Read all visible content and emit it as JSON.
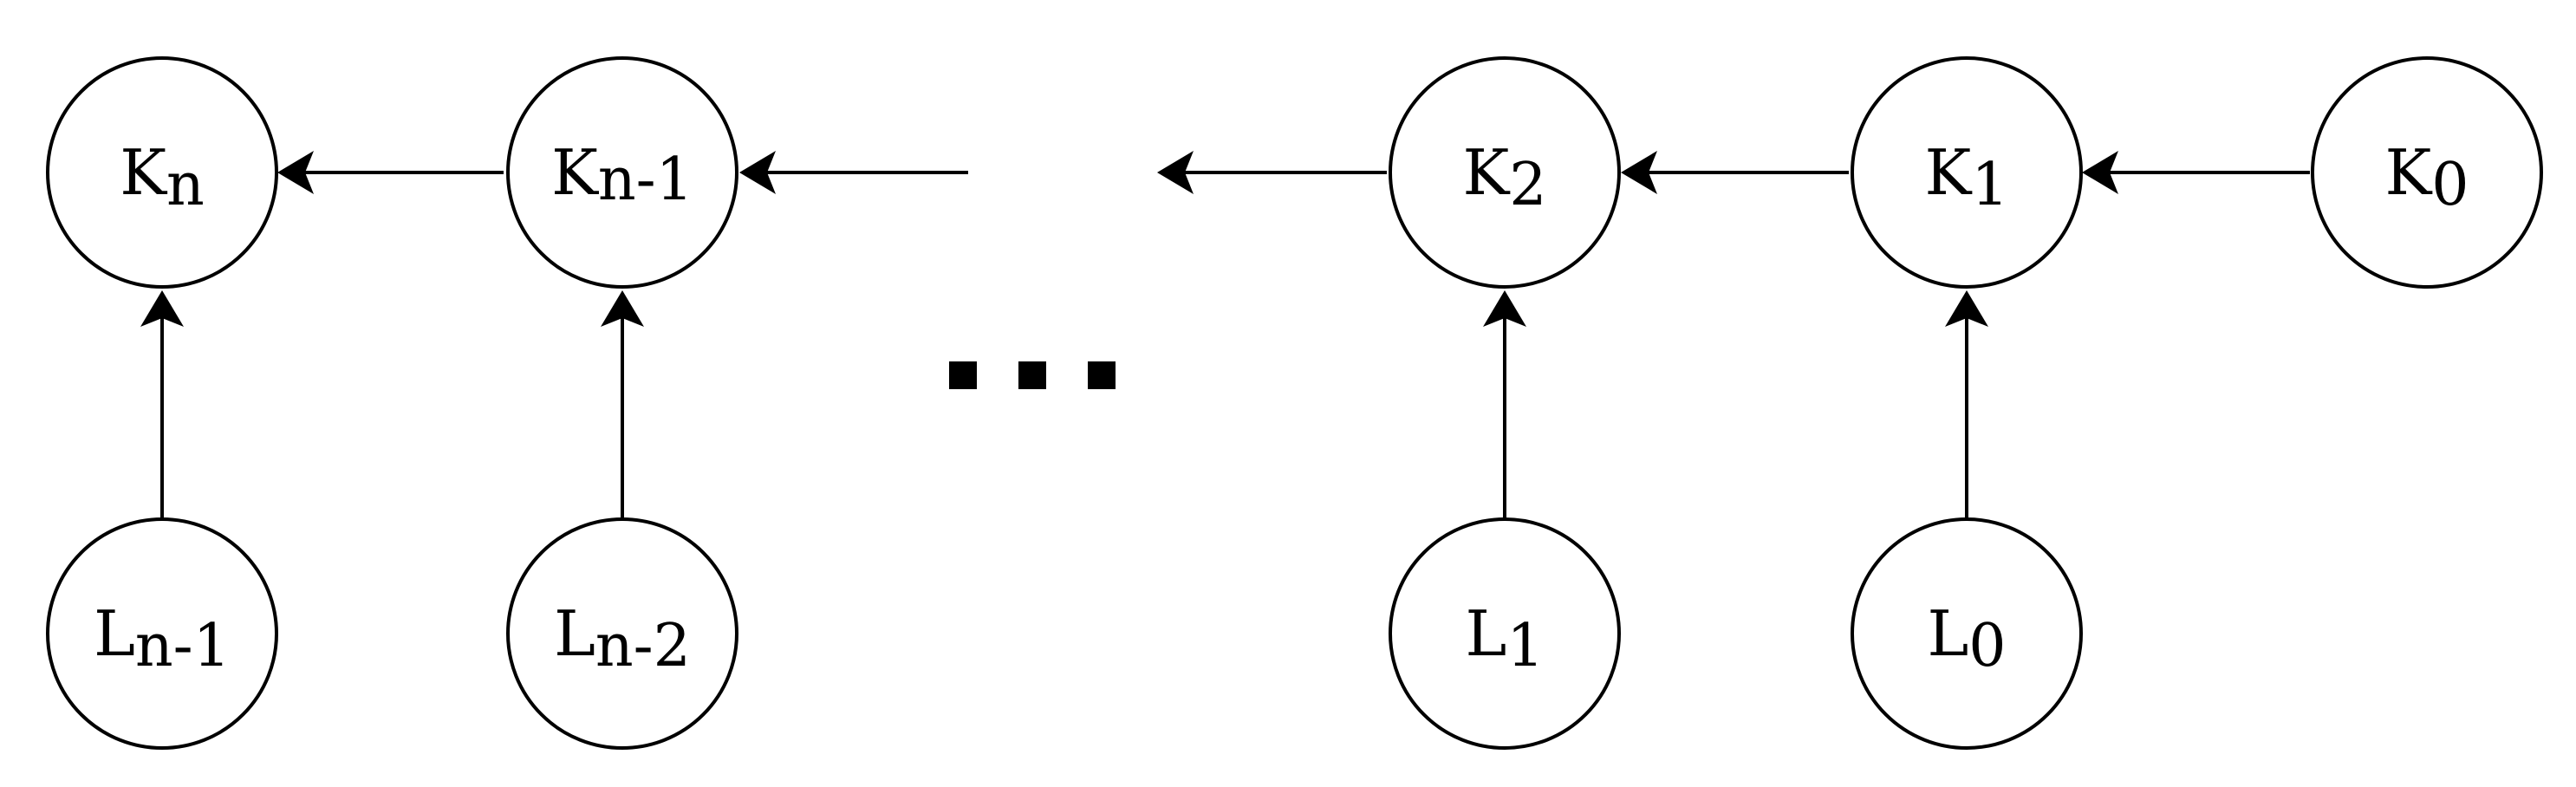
{
  "nodes": {
    "k_n": {
      "main": "K",
      "sub": "n"
    },
    "k_n1": {
      "main": "K",
      "sub": "n-1"
    },
    "k_2": {
      "main": "K",
      "sub": "2"
    },
    "k_1": {
      "main": "K",
      "sub": "1"
    },
    "k_0": {
      "main": "K",
      "sub": "0"
    },
    "l_n1": {
      "main": "L",
      "sub": "n-1"
    },
    "l_n2": {
      "main": "L",
      "sub": "n-2"
    },
    "l_1": {
      "main": "L",
      "sub": "1"
    },
    "l_0": {
      "main": "L",
      "sub": "0"
    }
  },
  "edges": [
    {
      "from": "k_n1",
      "to": "k_n"
    },
    {
      "from": "l_n1",
      "to": "k_n"
    },
    {
      "from": "l_n2",
      "to": "k_n1"
    },
    {
      "from": "k_1",
      "to": "k_2"
    },
    {
      "from": "k_0",
      "to": "k_1"
    },
    {
      "from": "l_1",
      "to": "k_2"
    },
    {
      "from": "l_0",
      "to": "k_1"
    }
  ],
  "ellipsis": "..."
}
